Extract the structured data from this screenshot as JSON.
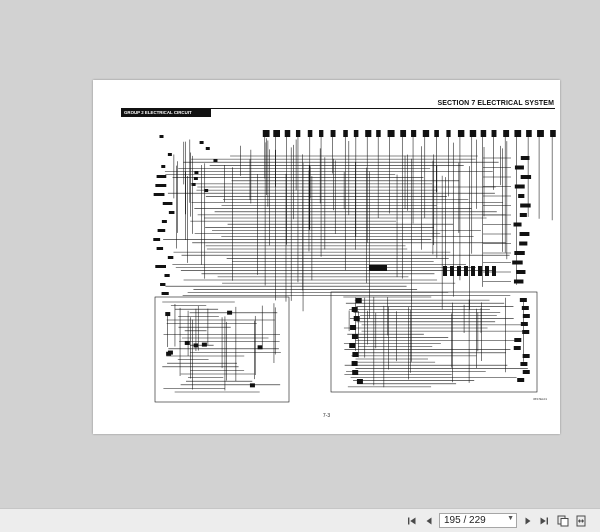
{
  "document": {
    "section_title": "SECTION 7  ELECTRICAL  SYSTEM",
    "group_title": "GROUP  2  ELECTRICAL CIRCUIT",
    "page_number": "7-3",
    "drawing_code": "36S7EL01"
  },
  "toolbar": {
    "page_indicator": "195 / 229",
    "icons": [
      "first-page-icon",
      "previous-page-icon",
      "next-page-icon",
      "last-page-icon",
      "fit-page-icon",
      "fit-width-icon"
    ]
  },
  "colors": {
    "viewer_background": "#d2d2d2",
    "page": "#ffffff",
    "ink": "#111111"
  }
}
